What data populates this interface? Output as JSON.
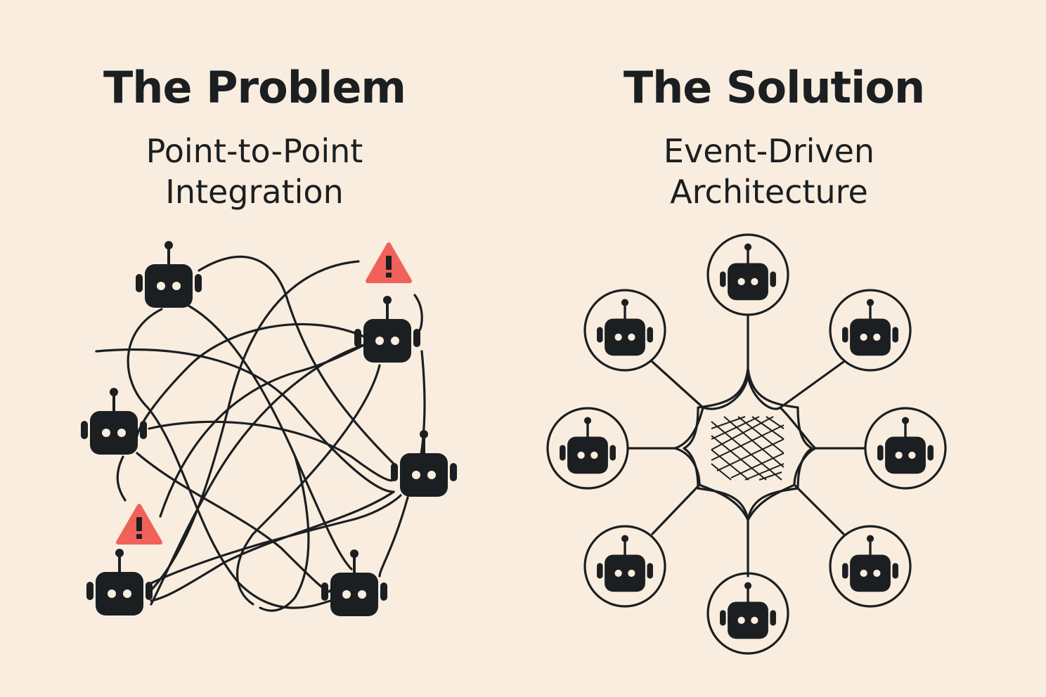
{
  "problem": {
    "title": "The Problem",
    "subtitle_line1": "Point-to-Point",
    "subtitle_line2": "Integration",
    "agent_icon": "robot-icon",
    "warning_icon": "warning-triangle-icon",
    "warning_color": "#f0615a"
  },
  "solution": {
    "title": "The Solution",
    "subtitle_line1": "Event-Driven",
    "subtitle_line2": "Architecture",
    "agent_icon": "robot-icon",
    "hub_icon": "mesh-hub-icon"
  },
  "colors": {
    "background": "#f8eddf",
    "ink": "#1b1f21",
    "warning": "#f0615a"
  }
}
